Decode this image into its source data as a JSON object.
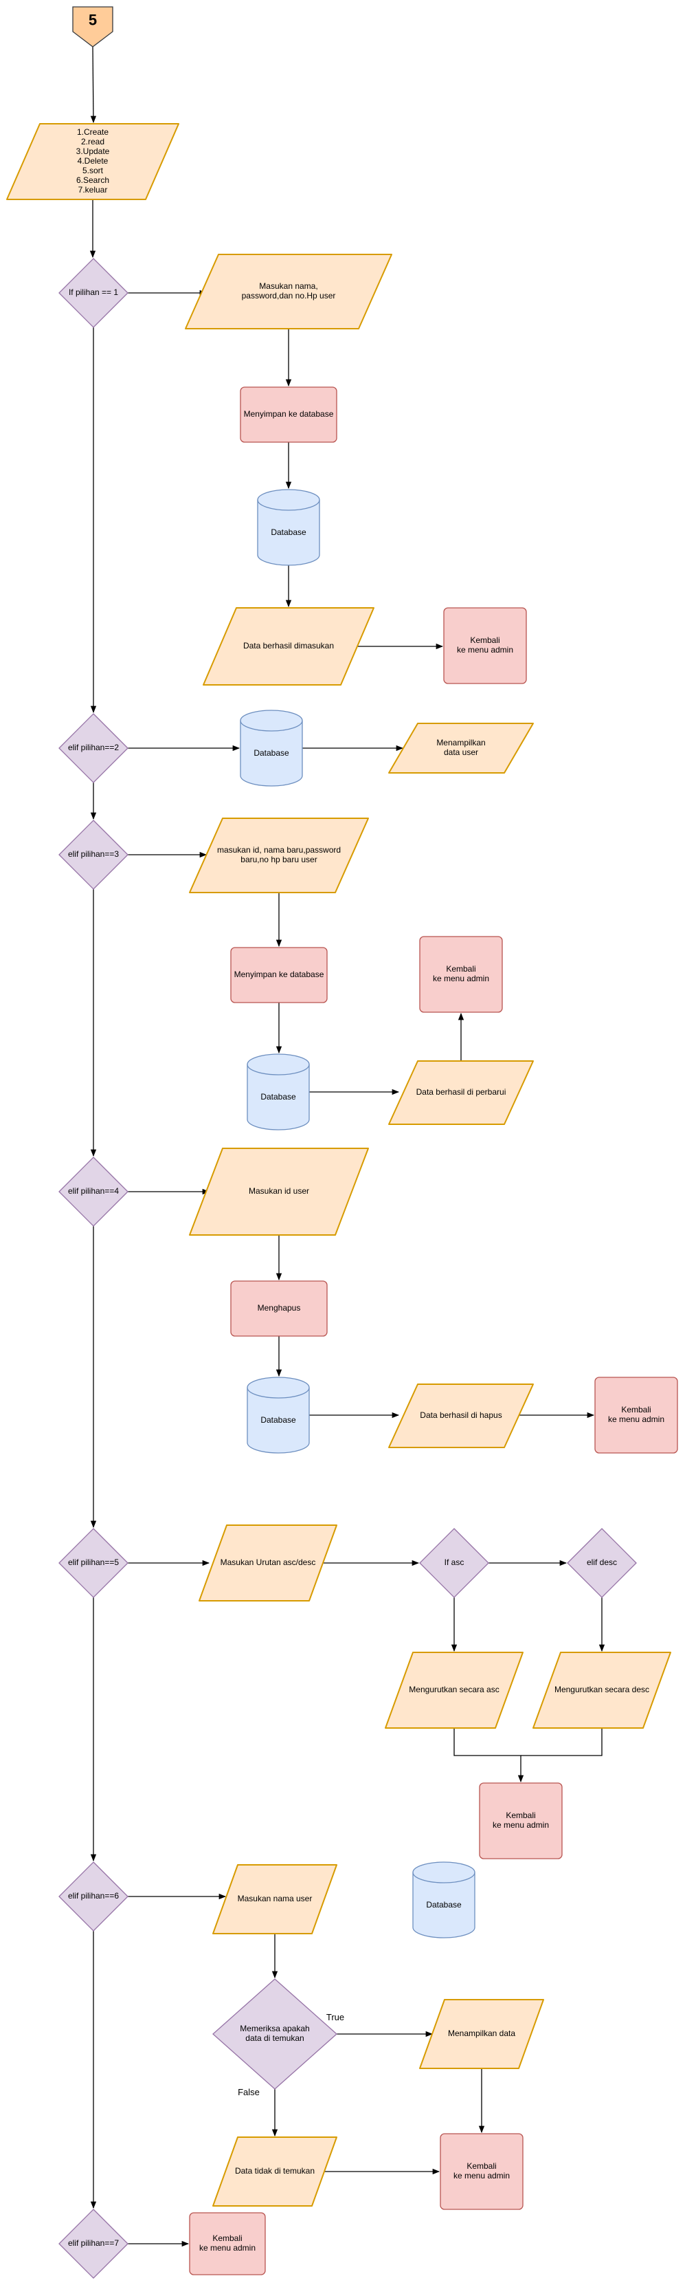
{
  "colors": {
    "process_fill": "#f8cecc",
    "process_stroke": "#b85450",
    "io_fill": "#ffe6cc",
    "io_stroke": "#d79b00",
    "decision_fill": "#e1d5e7",
    "decision_stroke": "#9673a6",
    "db_fill": "#dae8fc",
    "db_stroke": "#6c8ebf",
    "start_fill": "#ffcc99",
    "start_stroke": "#36393d",
    "line": "#000000"
  },
  "nodes": {
    "start": "5",
    "menu": [
      "1.Create",
      "2.read",
      "3.Update",
      "4.Delete",
      "5.sort",
      "6.Search",
      "7.keluar"
    ],
    "d1": [
      "If pilihan == 1"
    ],
    "c_input": [
      "Masukan nama,",
      "password,dan no.Hp user"
    ],
    "c_save": [
      "Menyimpan ke database"
    ],
    "c_db": [
      "Database"
    ],
    "c_ok": [
      "Data berhasil dimasukan"
    ],
    "c_back": [
      "Kembali",
      "ke menu admin"
    ],
    "d2": [
      "elif pilihan==2"
    ],
    "r_db": [
      "Database"
    ],
    "r_show": [
      "Menampilkan",
      "data user"
    ],
    "d3": [
      "elif pilihan==3"
    ],
    "u_input": [
      "masukan id, nama baru,password",
      "baru,no hp baru user"
    ],
    "u_save": [
      "Menyimpan ke database"
    ],
    "u_back": [
      "Kembali",
      "ke menu admin"
    ],
    "u_db": [
      "Database"
    ],
    "u_ok": [
      "Data berhasil di perbarui"
    ],
    "d4": [
      "elif pilihan==4"
    ],
    "del_input": [
      "Masukan id user"
    ],
    "del_proc": [
      "Menghapus"
    ],
    "del_db": [
      "Database"
    ],
    "del_ok": [
      "Data berhasil di hapus"
    ],
    "del_back": [
      "Kembali",
      "ke menu admin"
    ],
    "d5": [
      "elif pilihan==5"
    ],
    "s_input": [
      "Masukan Urutan asc/desc"
    ],
    "s_asc": [
      "If asc"
    ],
    "s_desc": [
      "elif desc"
    ],
    "s_sort_asc": [
      "Mengurutkan secara asc"
    ],
    "s_sort_desc": [
      "Mengurutkan secara desc"
    ],
    "s_back": [
      "Kembali",
      "ke menu admin"
    ],
    "d6": [
      "elif pilihan==6"
    ],
    "q_input": [
      "Masukan nama user"
    ],
    "q_db": [
      "Database"
    ],
    "q_check": [
      "Memeriksa apakah",
      "data di temukan"
    ],
    "q_show": [
      "Menampilkan data"
    ],
    "q_notfound": [
      "Data tidak di temukan"
    ],
    "q_back": [
      "Kembali",
      "ke menu admin"
    ],
    "d7": [
      "elif pilihan==7"
    ],
    "exit_back": [
      "Kembali",
      "ke menu admin"
    ]
  },
  "edge_labels": {
    "true": "True",
    "false": "False"
  }
}
